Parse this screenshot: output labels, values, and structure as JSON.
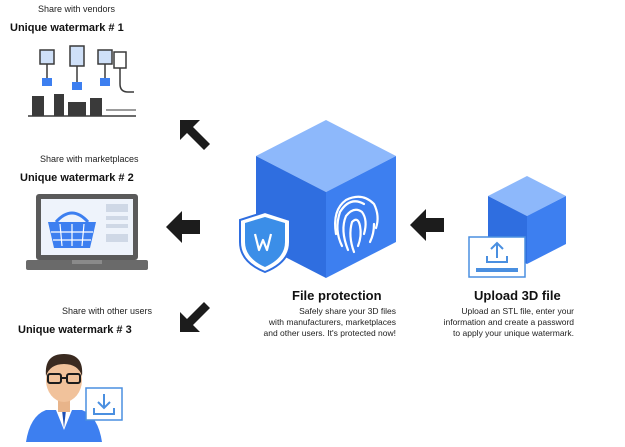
{
  "left": {
    "vendors": {
      "subtitle": "Share with vendors",
      "title": "Unique watermark # 1"
    },
    "marketplaces": {
      "subtitle": "Share with marketplaces",
      "title": "Unique watermark # 2"
    },
    "users": {
      "subtitle": "Share with other users",
      "title": "Unique watermark # 3"
    }
  },
  "center": {
    "title": "File protection",
    "description": [
      "Safely share your 3D files",
      "with manufacturers, marketplaces",
      "and other users. It's protected now!"
    ]
  },
  "right": {
    "title": "Upload 3D file",
    "description": [
      "Upload an STL file, enter your",
      "information and create a password",
      "to apply your unique watermark."
    ]
  },
  "colors": {
    "cube_front": "#3d7ff0",
    "cube_top": "#8db8fb",
    "cube_side": "#2860d6",
    "arrow": "#1c1c1c",
    "shield": "#3b8ee8",
    "outline_blue": "#4a8fe0"
  }
}
